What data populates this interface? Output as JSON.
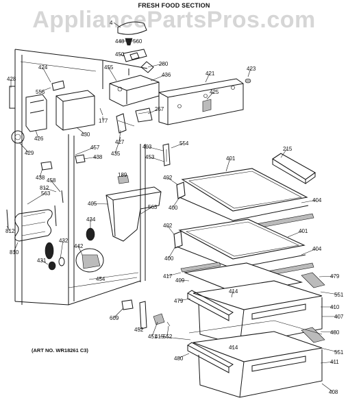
{
  "header": {
    "title": "FRESH FOOD SECTION",
    "watermark": "AppliancePartsPros.com"
  },
  "footer": {
    "art_number": "(ART NO. WR18261 C3)"
  },
  "callouts": [
    "4",
    "560",
    "448",
    "450",
    "280",
    "455",
    "436",
    "421",
    "423",
    "424",
    "428",
    "556",
    "425",
    "257",
    "426",
    "430",
    "177",
    "429",
    "457",
    "427",
    "403",
    "554",
    "215",
    "438",
    "435",
    "453",
    "438",
    "458",
    "812",
    "189",
    "401",
    "402",
    "563",
    "404",
    "405",
    "563",
    "400",
    "812",
    "434",
    "810",
    "432",
    "442",
    "402",
    "401",
    "400",
    "404",
    "431",
    "417",
    "409",
    "479",
    "454",
    "414",
    "551",
    "479",
    "410",
    "407",
    "609",
    "452",
    "451",
    "552",
    "415",
    "480",
    "414",
    "551",
    "480",
    "411",
    "408"
  ]
}
